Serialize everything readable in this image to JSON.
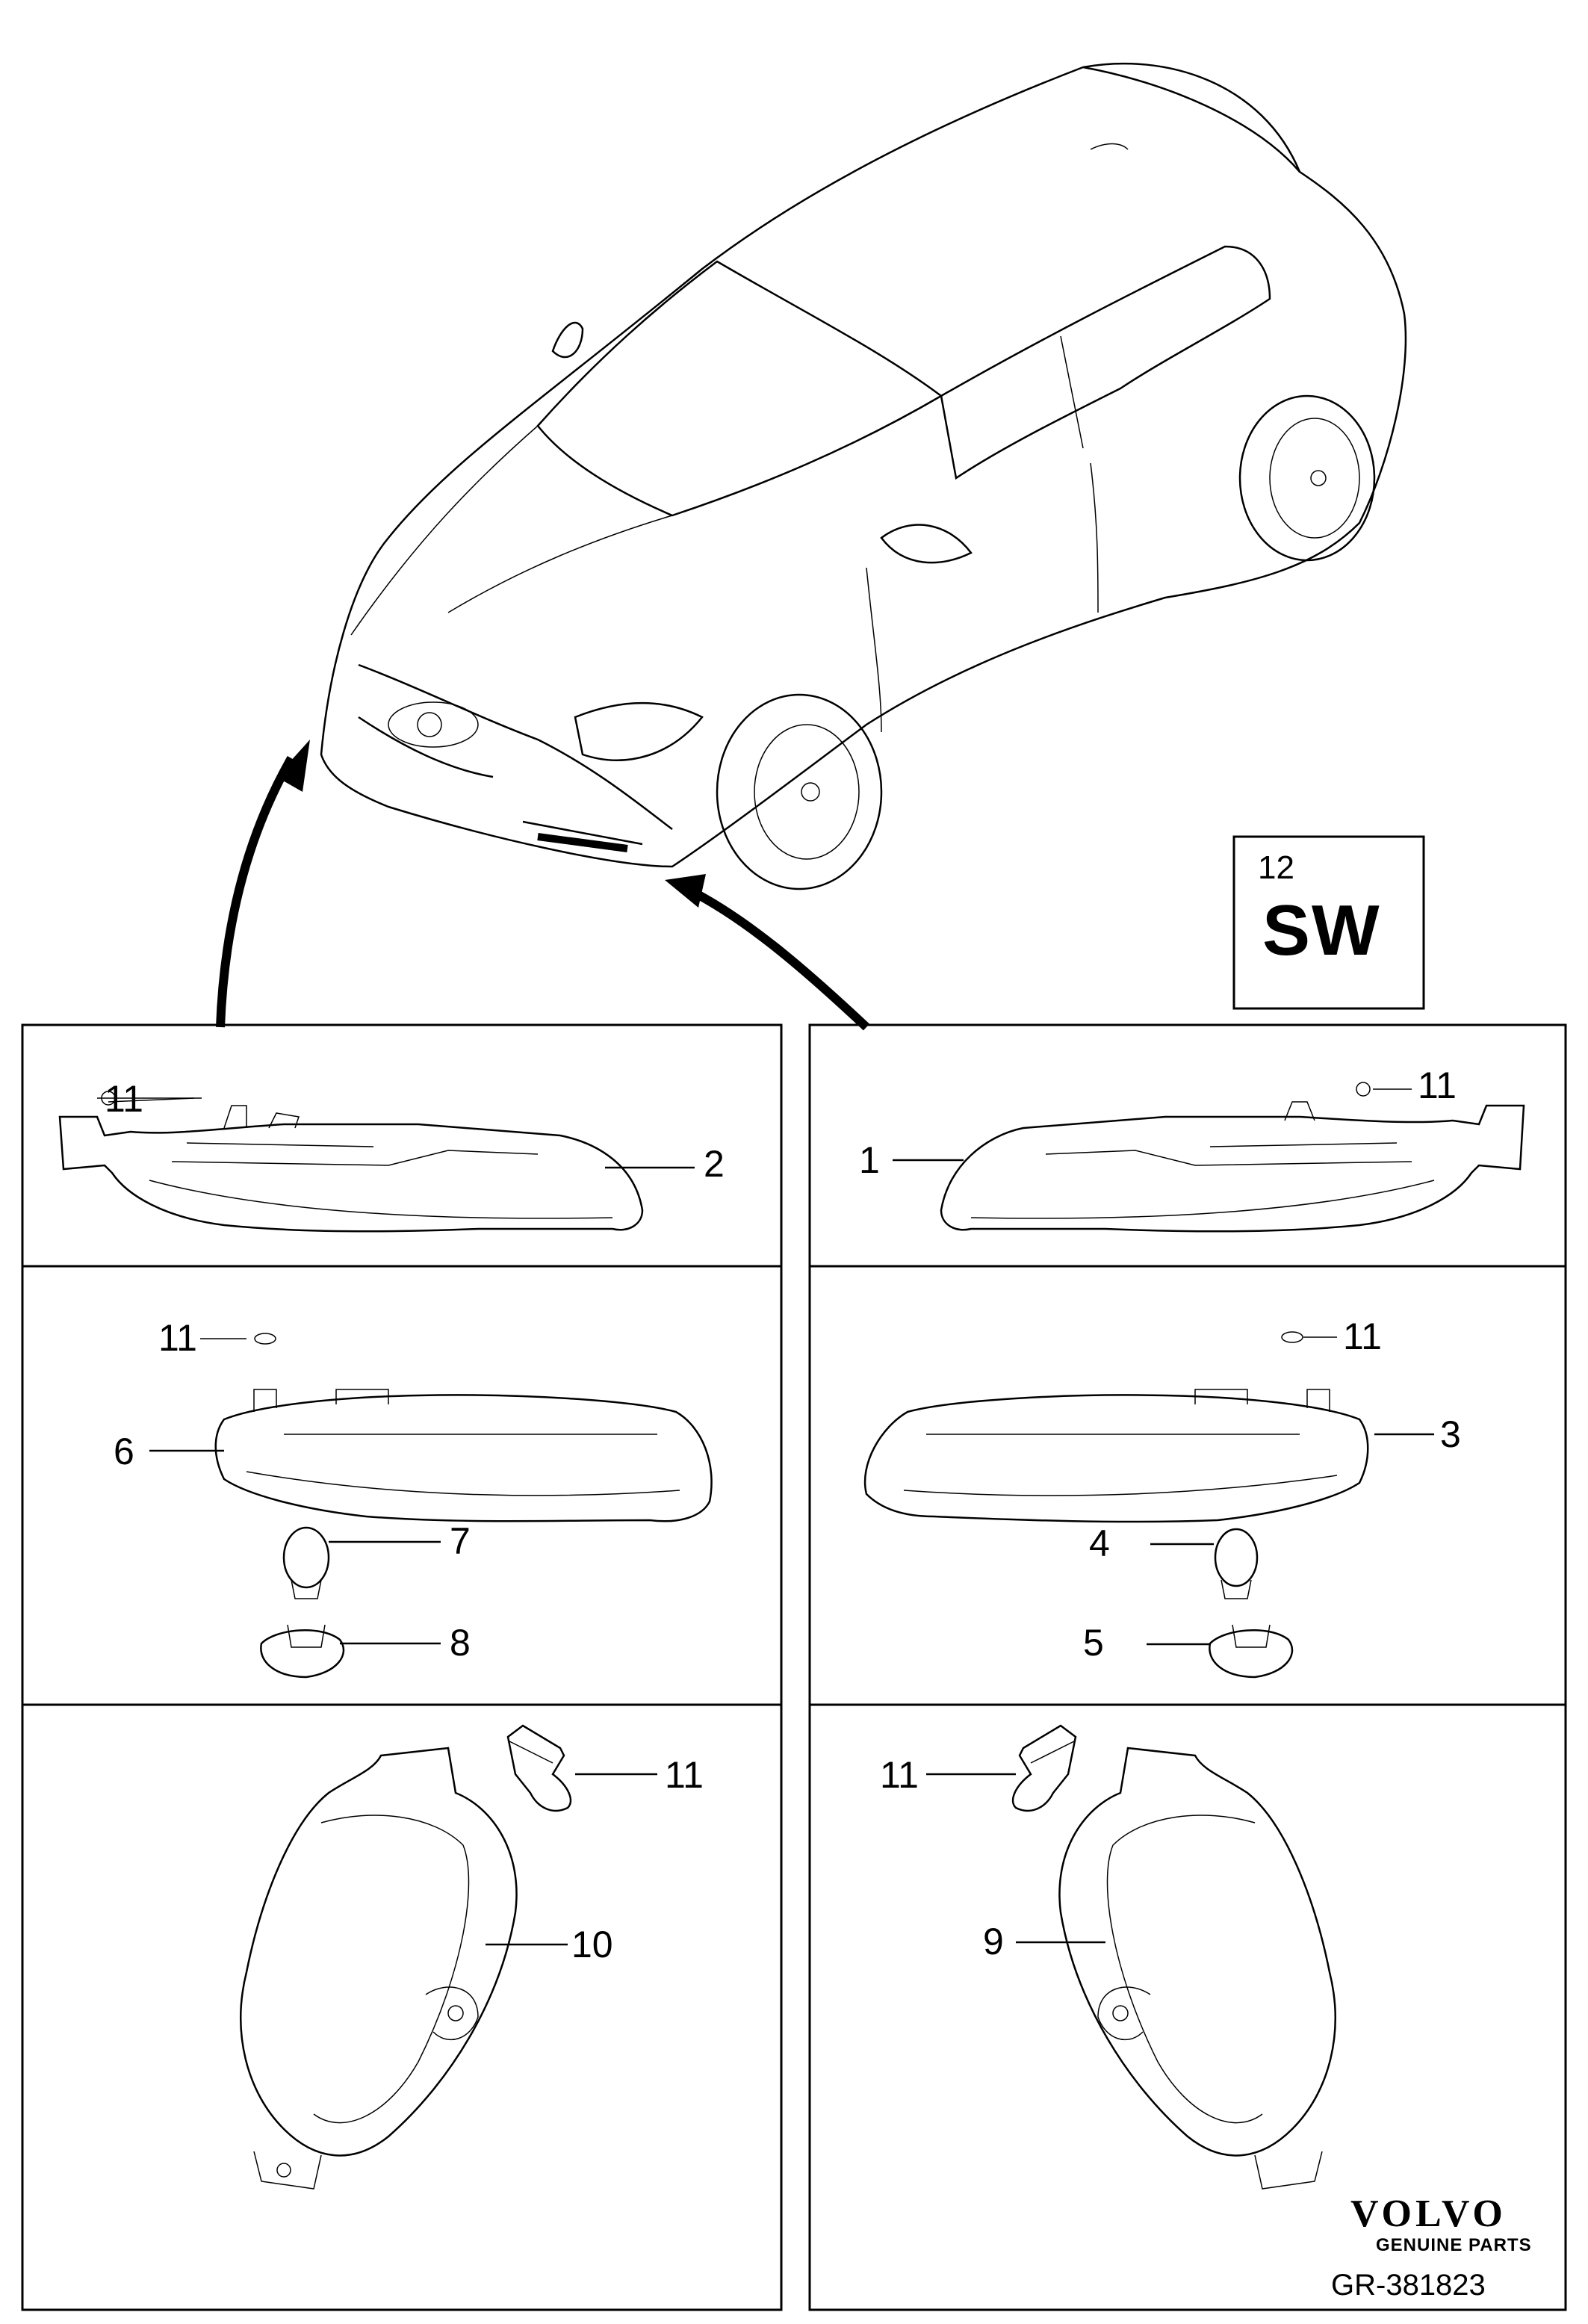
{
  "diagram": {
    "variant_box": {
      "number": "12",
      "code": "SW"
    },
    "callouts": {
      "p1": "11",
      "p2": "2",
      "p3": "1",
      "p4": "11",
      "p5": "11",
      "p6": "6",
      "p7": "7",
      "p8": "8",
      "p9": "11",
      "p10": "3",
      "p11": "4",
      "p12": "5",
      "p13": "11",
      "p14": "10",
      "p15": "11",
      "p16": "9"
    },
    "brand": {
      "name": "VOLVO",
      "tagline": "GENUINE PARTS"
    },
    "drawing_number": "GR-381823"
  }
}
